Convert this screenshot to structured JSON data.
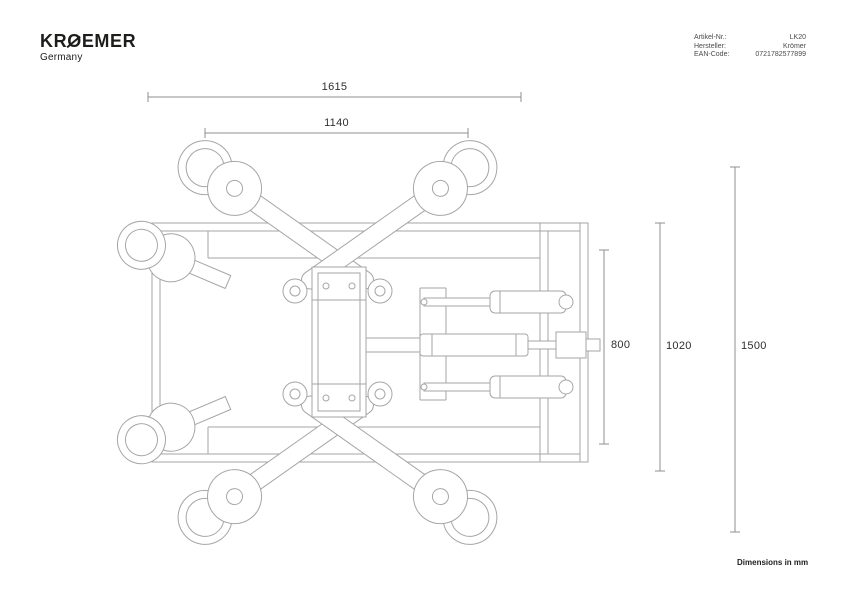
{
  "brand": {
    "prefix": "KR",
    "slashed_letter": "O",
    "suffix": "EMER",
    "country": "Germany"
  },
  "product_info": {
    "rows": [
      {
        "label": "Artikel-Nr.:",
        "value": "LK20"
      },
      {
        "label": "Hersteller:",
        "value": "Krömer"
      },
      {
        "label": "EAN-Code:",
        "value": "0721782577899"
      }
    ]
  },
  "dimension_labels": {
    "width_outer": "1615",
    "width_inner": "1140",
    "height_inner": "800",
    "height_mid": "1020",
    "height_outer": "1500"
  },
  "footer": {
    "unit_note": "Dimensions in mm"
  },
  "drawing": {
    "subject": "machine-top-view-technical-drawing",
    "line_color": "#a6a6a6",
    "dimension_line_color": "#8f8f8f",
    "text_color": "#1d1d1b"
  }
}
